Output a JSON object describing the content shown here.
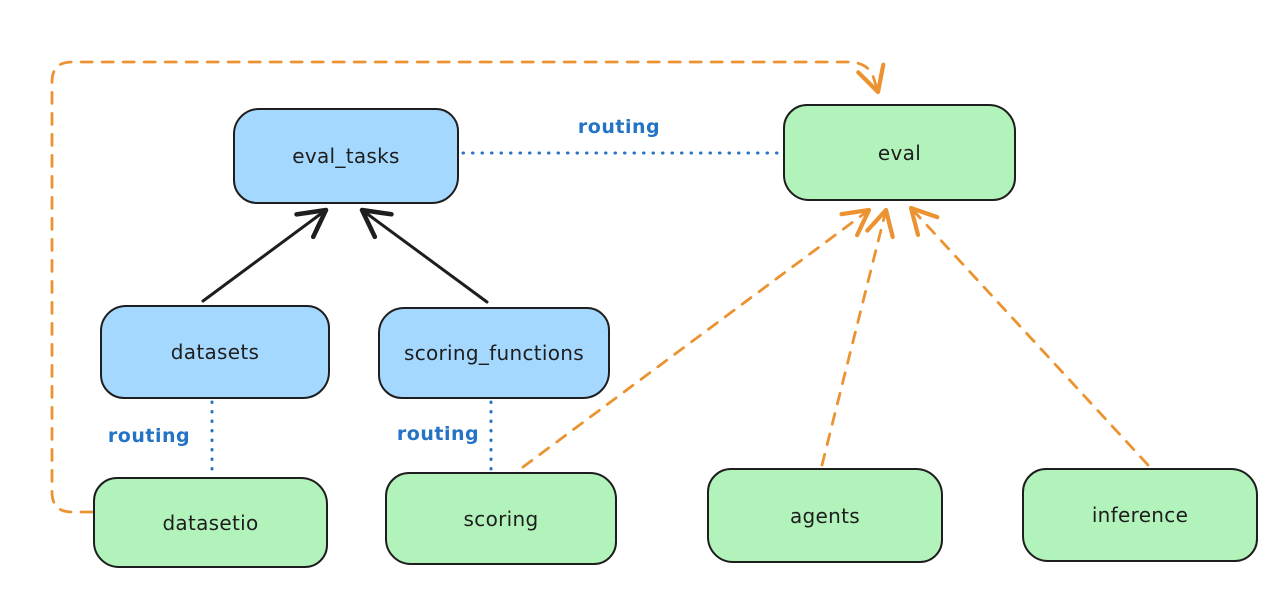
{
  "diagram": {
    "type": "flowchart",
    "background": "#ffffff",
    "colors": {
      "blue_node_fill": "#a5d8ff",
      "green_node_fill": "#b2f2bb",
      "node_stroke": "#1e1e1e",
      "solid_arrow": "#1e1e1e",
      "routing_blue": "#2473c4",
      "dashed_orange": "#ec9331"
    },
    "nodes": [
      {
        "id": "eval_tasks",
        "label": "eval_tasks",
        "kind": "blue"
      },
      {
        "id": "eval",
        "label": "eval",
        "kind": "green"
      },
      {
        "id": "datasets",
        "label": "datasets",
        "kind": "blue"
      },
      {
        "id": "scoring_functions",
        "label": "scoring_functions",
        "kind": "blue"
      },
      {
        "id": "datasetio",
        "label": "datasetio",
        "kind": "green"
      },
      {
        "id": "scoring",
        "label": "scoring",
        "kind": "green"
      },
      {
        "id": "agents",
        "label": "agents",
        "kind": "green"
      },
      {
        "id": "inference",
        "label": "inference",
        "kind": "green"
      }
    ],
    "edges": [
      {
        "from": "datasets",
        "to": "eval_tasks",
        "style": "solid-arrow"
      },
      {
        "from": "scoring_functions",
        "to": "eval_tasks",
        "style": "solid-arrow"
      },
      {
        "from": "eval_tasks",
        "to": "eval",
        "style": "dotted",
        "label": "routing"
      },
      {
        "from": "datasets",
        "to": "datasetio",
        "style": "dotted",
        "label": "routing"
      },
      {
        "from": "scoring_functions",
        "to": "scoring",
        "style": "dotted",
        "label": "routing"
      },
      {
        "from": "datasetio",
        "to": "eval",
        "style": "dashed-arrow"
      },
      {
        "from": "scoring",
        "to": "eval",
        "style": "dashed-arrow"
      },
      {
        "from": "agents",
        "to": "eval",
        "style": "dashed-arrow"
      },
      {
        "from": "inference",
        "to": "eval",
        "style": "dashed-arrow"
      }
    ]
  }
}
